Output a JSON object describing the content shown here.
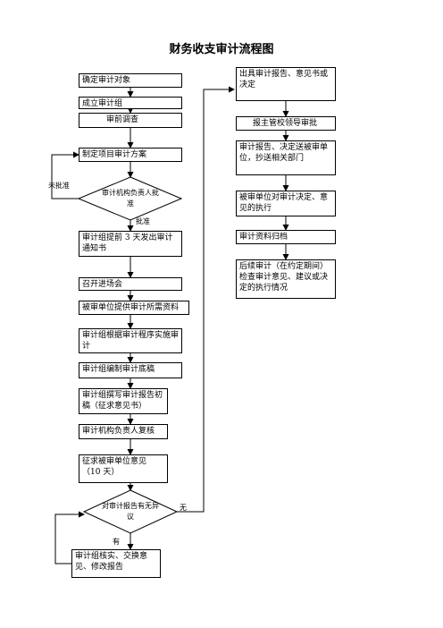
{
  "title": "财务收支审计流程图",
  "left_steps": [
    "确定审计对象",
    "成立审计组",
    "审前调查",
    "制定项目审计方案",
    "审计组提前 3 天发出审计通知书",
    "召开进场会",
    "被审单位提供审计所需资料",
    "审计组根据审计程序实施审计",
    "审计组编制审计底稿",
    "审计组撰写审计报告初稿（征求意见书）",
    "审计机构负责人复核",
    "征求被审单位意见（10 天）",
    "审计组核实、交换意见、修改报告"
  ],
  "decision1": {
    "text": "审计机构负责人批准",
    "approved": "批准",
    "rejected": "未批准"
  },
  "decision2": {
    "text": "对审计报告有无异议",
    "yes": "有",
    "no": "无"
  },
  "right_steps": [
    "出具审计报告、意见书或决定",
    "报主管校领导审批",
    "审计报告、决定送被审单位，抄送相关部门",
    "被审单位对审计决定、意见的执行",
    "审计资料归档",
    "后续审计（在约定期间）检查审计意见、建议或决定的执行情况"
  ]
}
